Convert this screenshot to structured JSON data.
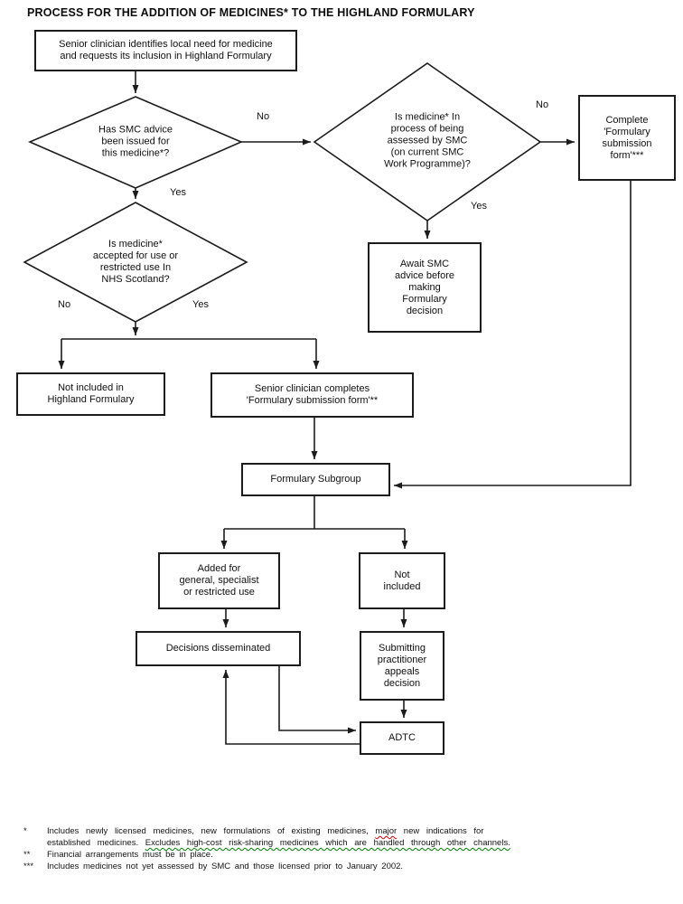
{
  "title": "PROCESS FOR THE ADDITION OF MEDICINES* TO THE HIGHLAND FORMULARY",
  "nodes": {
    "start": {
      "lines": [
        "Senior clinician identifies local need for medicine",
        "and requests its inclusion in Highland Formulary"
      ]
    },
    "has_smc_advice": {
      "lines": [
        "Has SMC advice",
        "been issued for",
        "this medicine*?"
      ]
    },
    "in_smc_process": {
      "lines": [
        "Is medicine* In",
        "process of being",
        "assessed by SMC",
        "(on current SMC",
        "Work Programme)?"
      ]
    },
    "complete_form": {
      "lines": [
        "Complete",
        "'Formulary",
        "submission",
        "form'***"
      ]
    },
    "await_smc": {
      "lines": [
        "Await SMC",
        "advice before",
        "making",
        "Formulary",
        "decision"
      ]
    },
    "accepted_use": {
      "lines": [
        "Is medicine*",
        "accepted for use or",
        "restricted use In",
        "NHS Scotland?"
      ]
    },
    "not_included_hf": {
      "lines": [
        "Not included in",
        "Highland Formulary"
      ]
    },
    "senior_completes": {
      "lines": [
        "Senior clinician completes",
        "'Formulary submission form'**"
      ]
    },
    "formulary_subgroup": {
      "lines": [
        "Formulary Subgroup"
      ]
    },
    "added_use": {
      "lines": [
        "Added for",
        "general, specialist",
        "or restricted use"
      ]
    },
    "not_included": {
      "lines": [
        "Not",
        "included"
      ]
    },
    "decisions_disseminated": {
      "lines": [
        "Decisions disseminated"
      ]
    },
    "submitting_appeals": {
      "lines": [
        "Submitting",
        "practitioner",
        "appeals",
        "decision"
      ]
    },
    "adtc": {
      "lines": [
        "ADTC"
      ]
    }
  },
  "labels": {
    "d1_no": "No",
    "d1_yes": "Yes",
    "d2_no": "No",
    "d2_yes": "Yes",
    "d3_no": "No",
    "d3_yes": "Yes"
  },
  "footnotes": {
    "fn1": {
      "marker": "*",
      "line1_a": "Includes newly licensed medicines, new formulations of existing medicines, ",
      "line1_red": "major",
      "line1_b": " new indications for",
      "line2_a": "established medicines.  ",
      "line2_green": "Excludes high-cost risk-sharing medicines which are handled through other channels."
    },
    "fn2": {
      "marker": "**",
      "text": "Financial arrangements must be in place."
    },
    "fn3": {
      "marker": "***",
      "text": "Includes medicines not yet assessed by SMC and those licensed prior to January 2002."
    }
  },
  "colors": {
    "line": "#1c1c1c",
    "squiggle_red": "#d40000",
    "squiggle_green": "#007d00"
  }
}
